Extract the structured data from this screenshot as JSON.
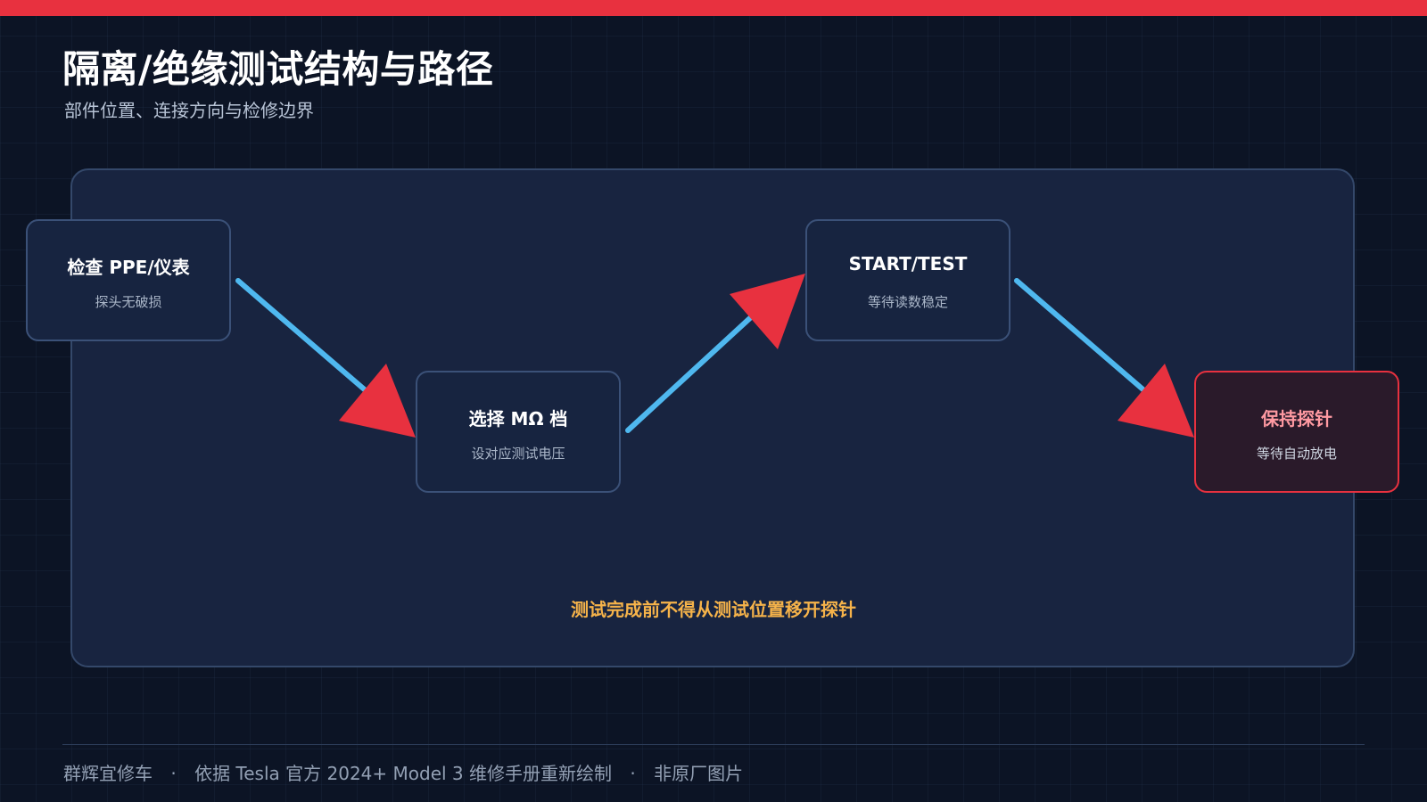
{
  "header": {
    "title": "隔离/绝缘测试结构与路径",
    "subtitle": "部件位置、连接方向与检修边界"
  },
  "diagram": {
    "steps": [
      {
        "title": "检查 PPE/仪表",
        "subtitle": "探头无破损"
      },
      {
        "title": "选择 MΩ 档",
        "subtitle": "设对应测试电压"
      },
      {
        "title": "START/TEST",
        "subtitle": "等待读数稳定"
      },
      {
        "title": "保持探针",
        "subtitle": "等待自动放电"
      }
    ],
    "warning": "测试完成前不得从测试位置移开探针"
  },
  "footer": {
    "brand": "群辉宜修车",
    "separator": "·",
    "source": "依据 Tesla 官方 2024+ Model 3 维修手册重新绘制",
    "note": "非原厂图片"
  },
  "colors": {
    "accent": "#e8313f",
    "connector": "#4fb8ef",
    "warning": "#f6b34a",
    "background": "#0c1425",
    "panel": "#182440"
  }
}
